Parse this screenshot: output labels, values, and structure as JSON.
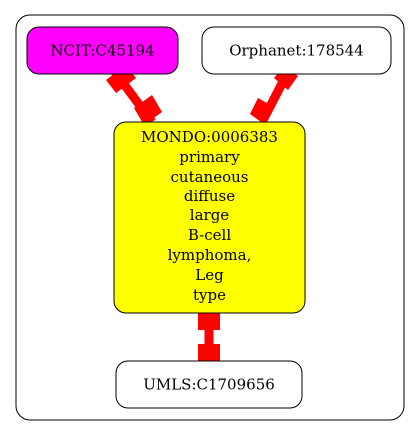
{
  "nodes": {
    "ncit": {
      "label": "NCIT:C45194",
      "fill": "#ff00ff"
    },
    "orphanet": {
      "label": "Orphanet:178544",
      "fill": "#ffffff"
    },
    "mondo": {
      "fill": "#ffff00",
      "lines": [
        "MONDO:0006383",
        "primary",
        "cutaneous",
        "diffuse",
        "large",
        "B-cell",
        "lymphoma,",
        "Leg",
        "type"
      ]
    },
    "umls": {
      "label": "UMLS:C1709656",
      "fill": "#ffffff"
    }
  },
  "edge_color": "#ff0000",
  "container_border": "#000000"
}
